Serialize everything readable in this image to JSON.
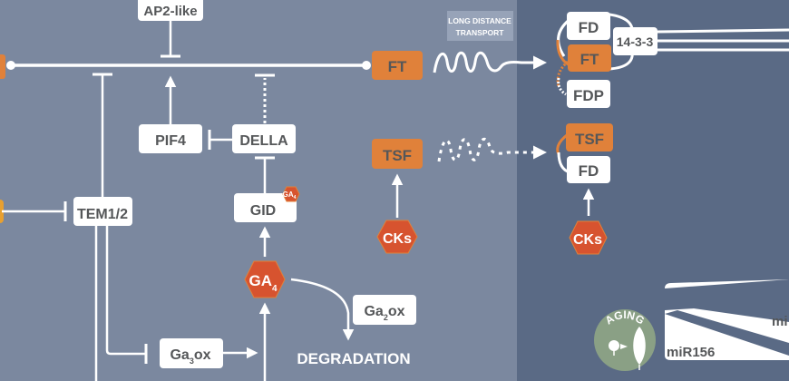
{
  "colors": {
    "left_panel_bg": "#7b889f",
    "right_panel_bg": "#5a6a85",
    "white_node": "#ffffff",
    "orange_node": "#e0813a",
    "hormone_hex": "#d7532f",
    "node_text": "#555759",
    "aging_circle": "#8aa085",
    "transport_label_bg": "#97a3b8"
  },
  "nodes": {
    "ap2_like": "AP2-like",
    "ft_left": "FT",
    "pif4": "PIF4",
    "della": "DELLA",
    "tem12": "TEM1/2",
    "gid": "GID",
    "gid_badge_main": "GA",
    "gid_badge_sub": "4",
    "ga4_main": "GA",
    "ga4_sub": "4",
    "ga2ox_main": "Ga",
    "ga2ox_sub": "2",
    "ga2ox_tail": "ox",
    "ga3ox_main": "Ga",
    "ga3ox_sub": "3",
    "ga3ox_tail": "ox",
    "degradation": "DEGRADATION",
    "tsf_left": "TSF",
    "cks_left": "CKs",
    "fd_top": "FD",
    "ft_right": "FT",
    "fdp": "FDP",
    "fourteen_3_3": "14-3-3",
    "tsf_right": "TSF",
    "fd_bottom": "FD",
    "cks_right": "CKs"
  },
  "transport_label": {
    "line1": "LONG DISTANCE",
    "line2": "TRANSPORT"
  },
  "aging": {
    "label": "AGING",
    "mir156": "miR156",
    "mir_partial": "mi"
  }
}
